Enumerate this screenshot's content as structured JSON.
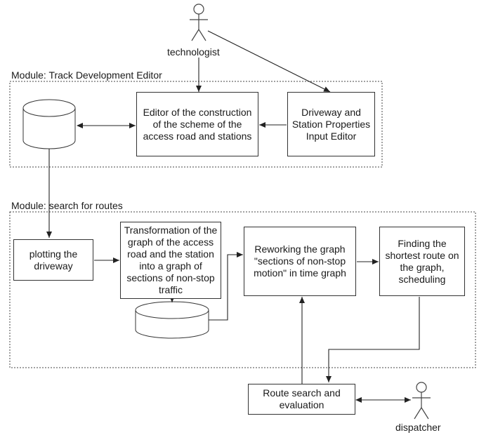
{
  "actors": {
    "technologist": "technologist",
    "dispatcher": "dispatcher"
  },
  "modules": {
    "editor_title": "Module: Track Development Editor",
    "search_title": "Module: search for routes"
  },
  "blocks": {
    "construction_editor": "Editor of the construction of the scheme of the access road and stations",
    "properties_editor": "Driveway and Station Properties Input Editor",
    "plotting": "plotting the driveway",
    "transformation": "Transformation of the graph of the access road and the station into a graph of sections of non-stop traffic",
    "reworking": "Reworking the graph \"sections of non-stop motion\" in time graph",
    "finding": "Finding the shortest route on the graph, scheduling",
    "route_search": "Route search and evaluation"
  }
}
